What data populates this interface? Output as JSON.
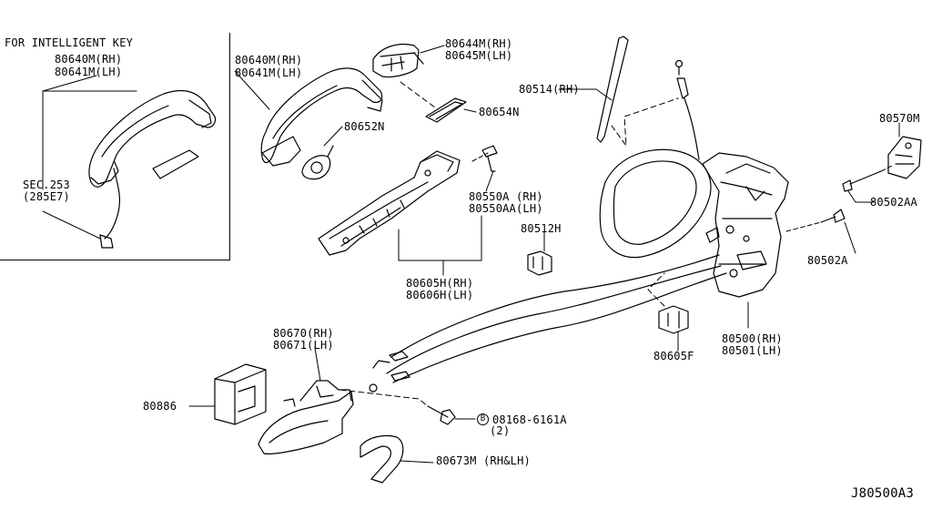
{
  "inset": {
    "title": "FOR INTELLIGENT KEY",
    "handle_rh": "80640M(RH)",
    "handle_lh": "80641M(LH)",
    "sec_ref": "SEC.253",
    "sec_sub": "(285E7)"
  },
  "labels": {
    "outside_handle_rh": "80640M(RH)",
    "outside_handle_lh": "80641M(LH)",
    "escutcheon_rh": "80644M(RH)",
    "escutcheon_lh": "80645M(LH)",
    "gasket_rear": "80654N",
    "gasket_front": "80652N",
    "bolt_rh": "80550A (RH)",
    "bolt_lh": "80550AA(LH)",
    "bracket_rh": "80605H(RH)",
    "bracket_lh": "80606H(LH)",
    "clip": "80512H",
    "rod_rh": "80514(RH)",
    "striker": "80570M",
    "screw_aa": "80502AA",
    "screw_a": "80502A",
    "lock_rh": "80500(RH)",
    "lock_lh": "80501(LH)",
    "clip_f": "80605F",
    "inside_handle_rh": "80670(RH)",
    "inside_handle_lh": "80671(LH)",
    "pad": "80886",
    "bolt_spec": "08168-6161A",
    "bolt_spec_prefix": "B",
    "bolt_qty": "(2)",
    "cover": "80673M (RH&LH)",
    "diagram_code": "J80500A3"
  }
}
